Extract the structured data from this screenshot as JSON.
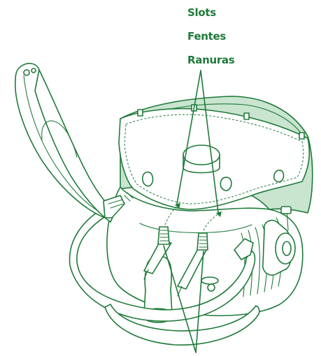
{
  "labels": [
    "Slots",
    "Fentes",
    "Ranuras"
  ],
  "colors": {
    "line": "#1f7a3a",
    "light_fill": "#c9e4cf",
    "background": "#ffffff"
  }
}
